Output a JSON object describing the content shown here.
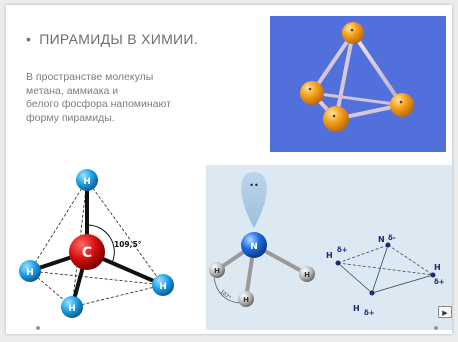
{
  "slide": {
    "bullet": "•",
    "title": "ПИРАМИДЫ В ХИМИИ.",
    "body_lines": [
      "В пространстве молекулы",
      "метана, аммиака и",
      "белого фосфора напоминают",
      "форму пирамиды."
    ]
  },
  "methane": {
    "center_atom": "C",
    "h_atom": "H",
    "angle_label": "109,5°"
  },
  "ammonia": {
    "lone_pair": "••",
    "n_atom": "N",
    "h_atom": "H",
    "angle_label": "107°",
    "diagram": {
      "n_label": "N",
      "n_charge": "δ-",
      "h_label": "H",
      "h_charge": "δ+"
    }
  },
  "controls": {
    "play_icon": "▶"
  },
  "colors": {
    "phosphorus_bg": "#5170dc",
    "phosphorus_atom": "#f09a1c",
    "carbon": "#d81010",
    "hydrogen_methane": "#1ea0e6",
    "nitrogen": "#1c6ee6",
    "ammonia_bg": "#dce8f2"
  }
}
